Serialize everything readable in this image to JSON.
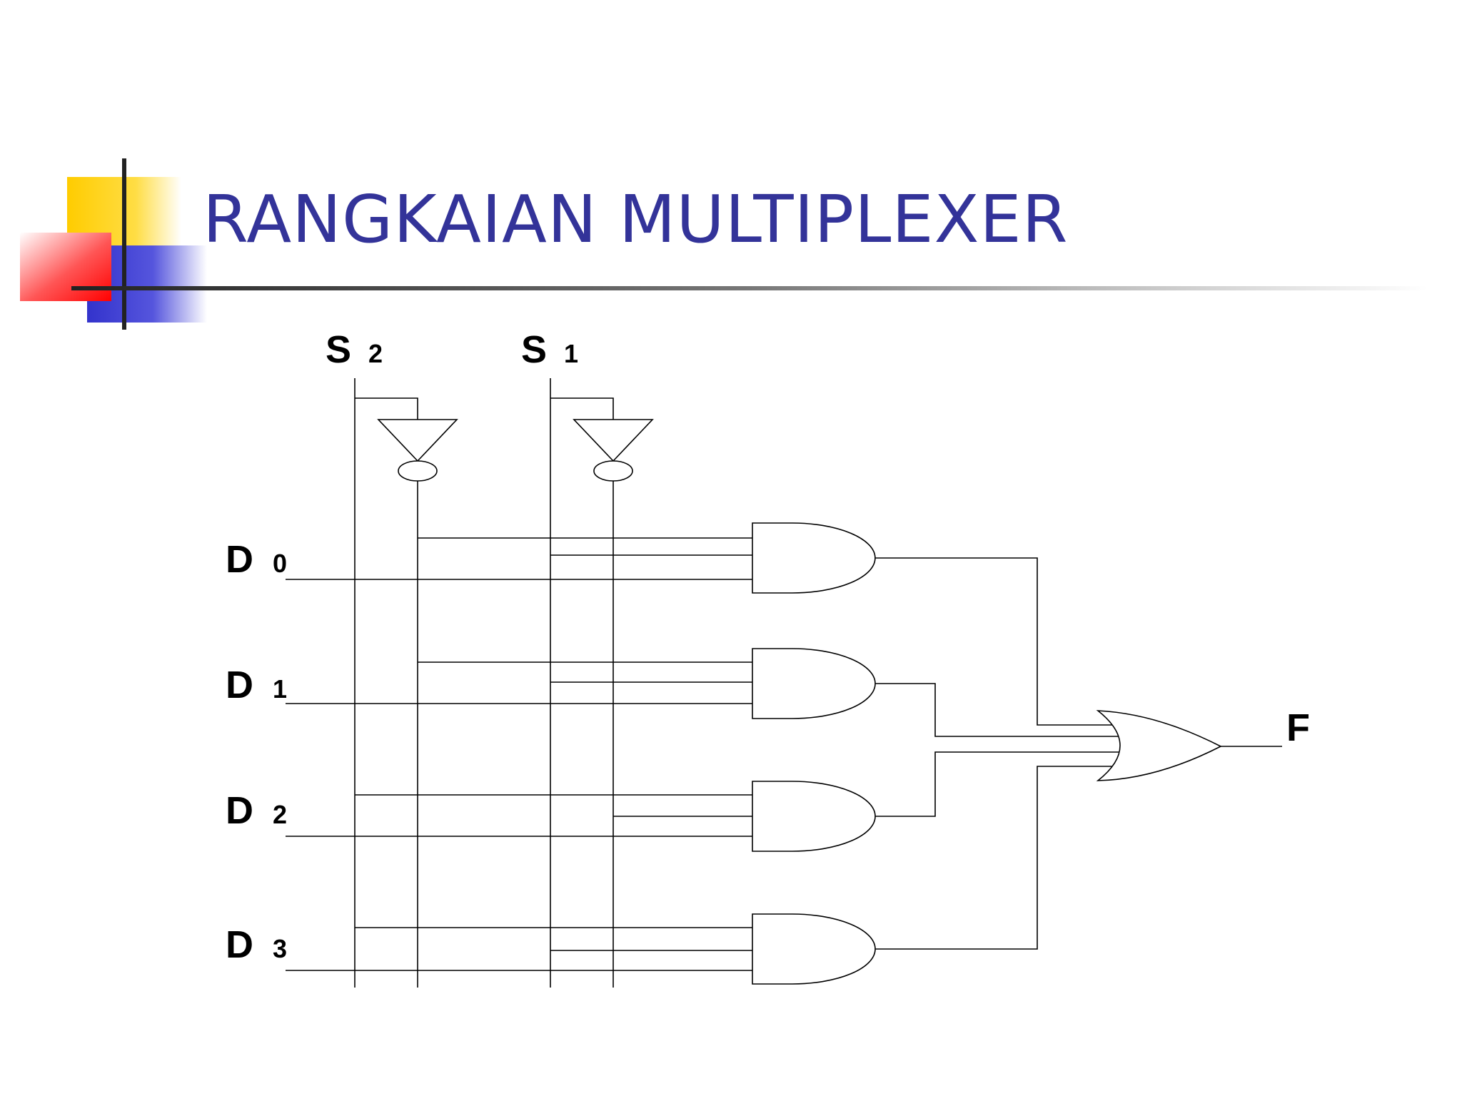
{
  "slide": {
    "title": "RANGKAIAN MULTIPLEXER"
  },
  "diagram": {
    "select_inputs": [
      {
        "id": "s2",
        "main": "S",
        "sub": "2"
      },
      {
        "id": "s1",
        "main": "S",
        "sub": "1"
      }
    ],
    "data_inputs": [
      {
        "id": "d0",
        "main": "D",
        "sub": "0"
      },
      {
        "id": "d1",
        "main": "D",
        "sub": "1"
      },
      {
        "id": "d2",
        "main": "D",
        "sub": "2"
      },
      {
        "id": "d3",
        "main": "D",
        "sub": "3"
      }
    ],
    "output": {
      "label": "F"
    },
    "gates": [
      "not",
      "not",
      "and",
      "and",
      "and",
      "and",
      "or"
    ],
    "colors": {
      "title": "#333399",
      "logo_yellow": "#FFCC00",
      "logo_red": "#FF0000",
      "logo_blue": "#3333CC"
    }
  }
}
